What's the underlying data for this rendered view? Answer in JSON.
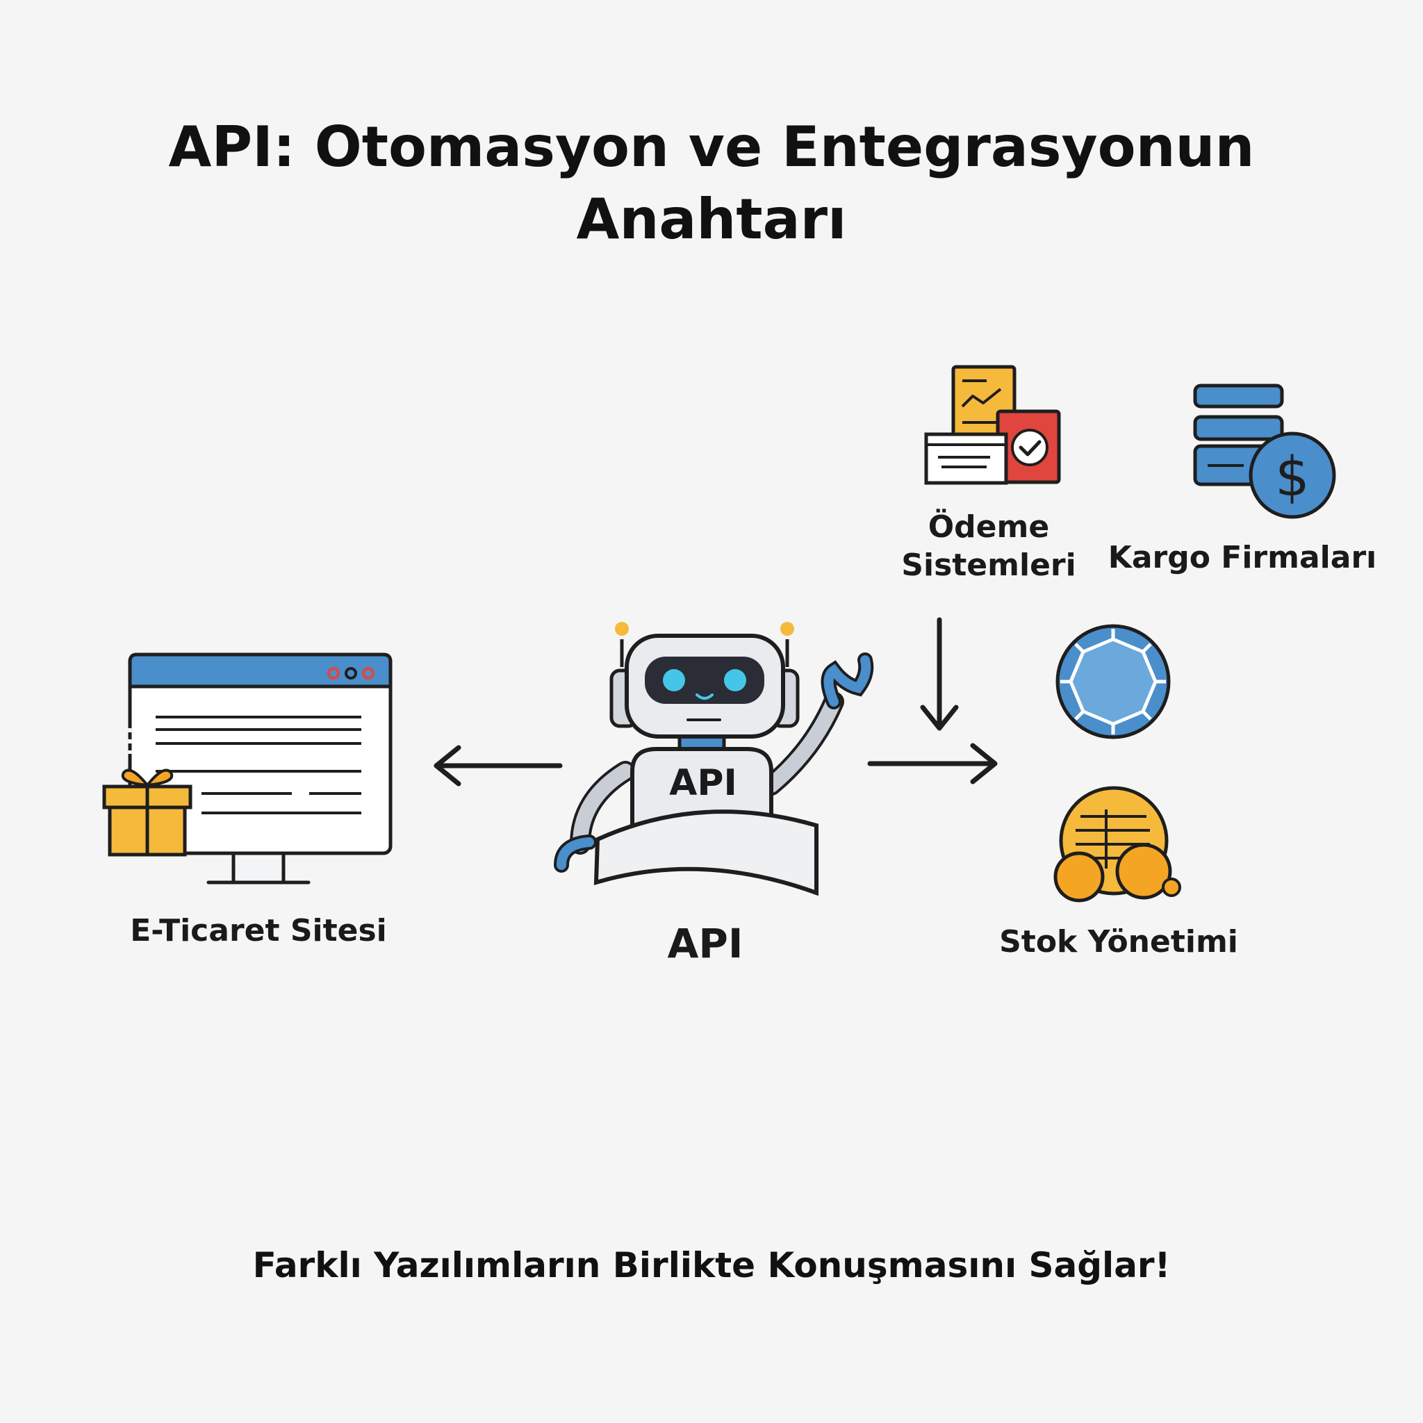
{
  "title": {
    "line1": "API: Otomasyon ve Entegrasyonun",
    "line2": "Anahtarı"
  },
  "nodes": {
    "ecommerce": {
      "label": "E-Ticaret Sitesi",
      "icon": "browser-window-with-gift-icon"
    },
    "api": {
      "label": "API",
      "badge": "API",
      "icon": "robot-icon"
    },
    "payment": {
      "label_line1": "Ödeme",
      "label_line2": "Sistemleri",
      "icon": "payment-documents-icon"
    },
    "shipping": {
      "label": "Kargo Firmaları",
      "icon": "shipping-server-dollar-icon"
    },
    "network": {
      "icon": "network-globe-icon"
    },
    "stock": {
      "label": "Stok Yönetimi",
      "icon": "stock-coins-icon"
    }
  },
  "footer": "Farklı Yazılımların Birlikte Konuşmasını Sağlar!",
  "colors": {
    "background": "#f5f5f5",
    "text": "#111111",
    "blue": "#4a8ecb",
    "light_blue": "#6ba8dc",
    "orange": "#f5a524",
    "yellow": "#f5b93c",
    "red": "#e0463e",
    "robot_body": "#e9ecef",
    "robot_eye": "#45c6e8"
  }
}
